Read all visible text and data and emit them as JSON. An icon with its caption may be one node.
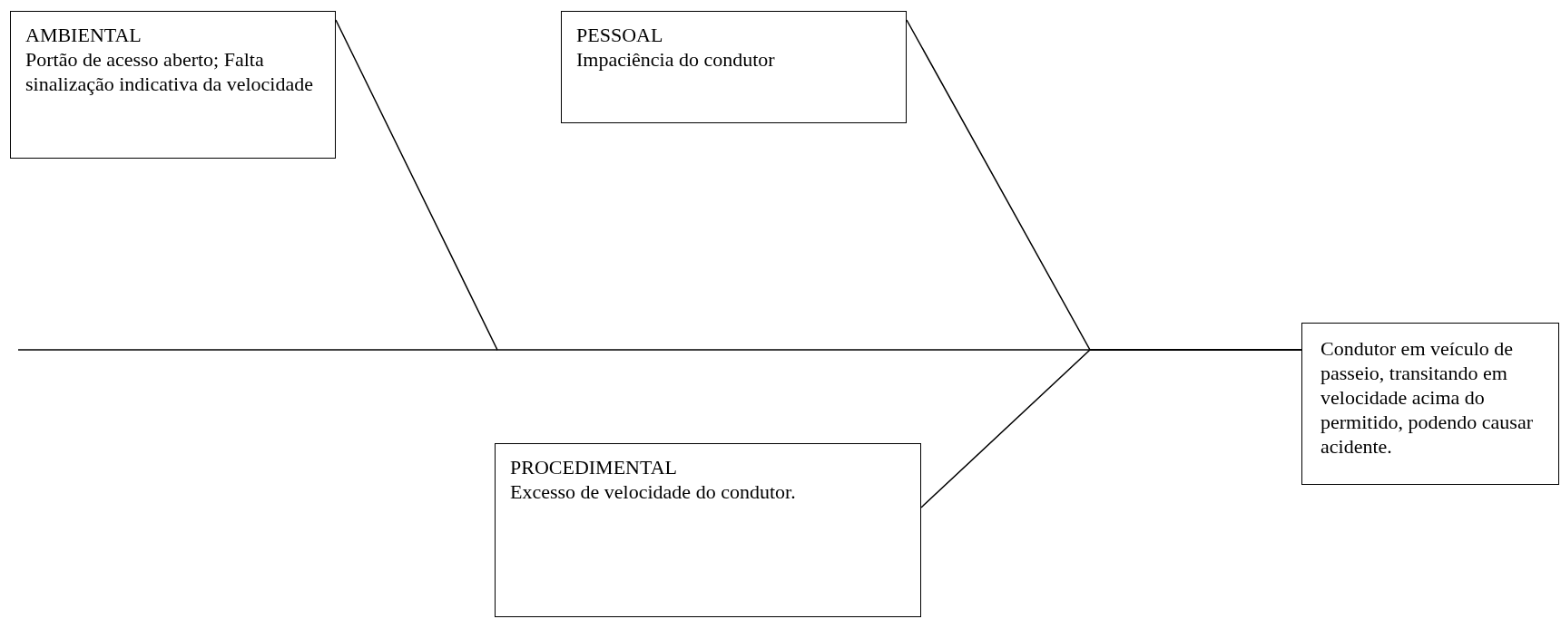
{
  "diagram": {
    "nodes": [
      {
        "text": [
          "AMBIENTAL",
          "Portão de acesso aberto; Falta sinalização indicativa da velocidade"
        ]
      },
      {
        "text": [
          "PESSOAL",
          "Impaciência do condutor"
        ]
      },
      {
        "text": [
          "PROCEDIMENTAL",
          "Excesso de velocidade do condutor."
        ]
      },
      {
        "text": [
          "Condutor em veículo de passeio, transitando em velocidade acima do permitido, podendo causar acidente."
        ]
      }
    ],
    "edges": [
      {
        "from": 0,
        "to": 3,
        "arrow": "none"
      },
      {
        "from": 1,
        "to": 3,
        "arrow": "none"
      },
      {
        "from": 2,
        "to": 3,
        "arrow": "none"
      }
    ]
  }
}
